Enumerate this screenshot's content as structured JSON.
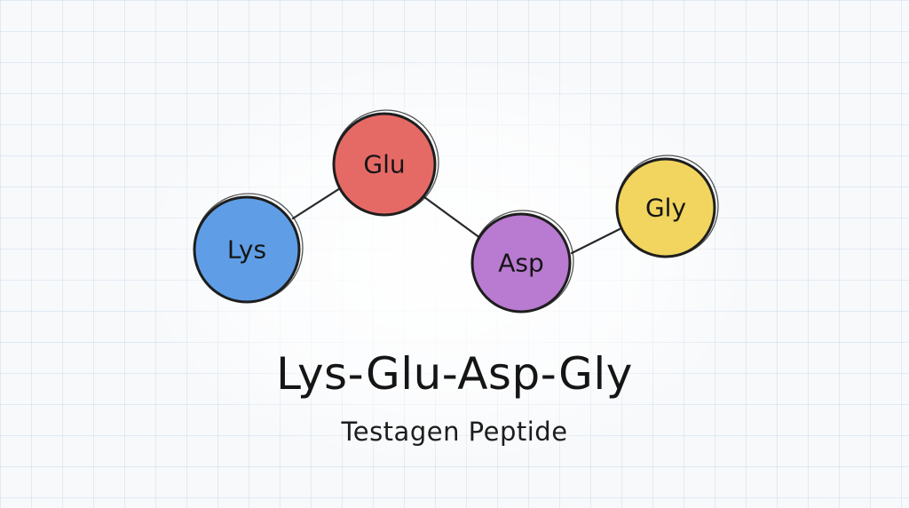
{
  "diagram": {
    "nodes": [
      {
        "label": "Lys",
        "color": "#5f9ee6"
      },
      {
        "label": "Glu",
        "color": "#e56a66"
      },
      {
        "label": "Asp",
        "color": "#b97ad1"
      },
      {
        "label": "Gly",
        "color": "#f1d55e"
      }
    ],
    "bonds": [
      [
        "Lys",
        "Glu"
      ],
      [
        "Glu",
        "Asp"
      ],
      [
        "Asp",
        "Gly"
      ]
    ]
  },
  "title": "Lys-Glu-Asp-Gly",
  "subtitle": "Testagen Peptide"
}
